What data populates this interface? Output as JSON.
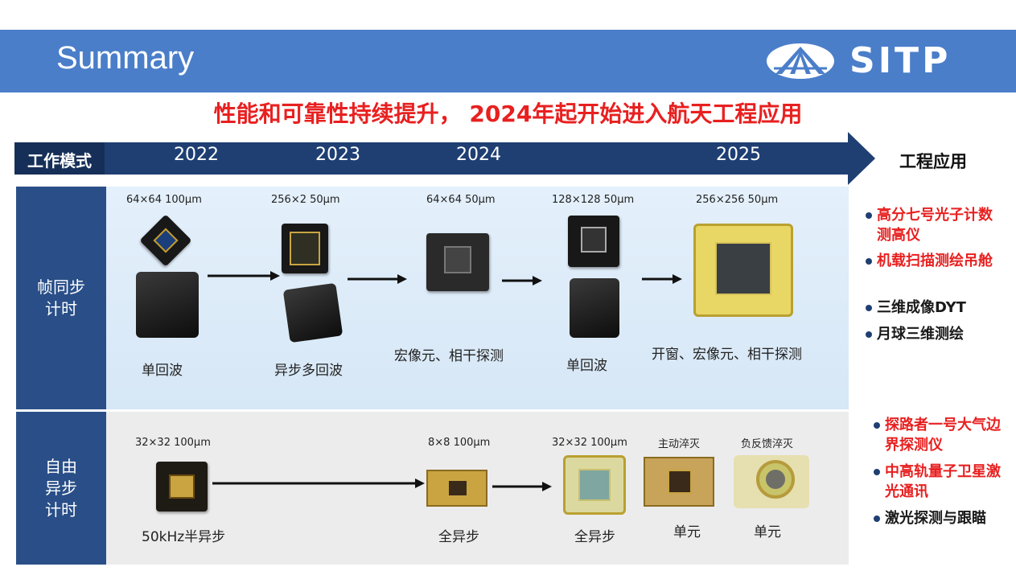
{
  "header": {
    "title": "Summary",
    "logo_text": "SITP",
    "bg_color": "#4a7ec9"
  },
  "headline": "性能和可靠性持续提升， 2024年起开始进入航天工程应用",
  "timeline": {
    "mode_label": "工作模式",
    "years": [
      "2022",
      "2023",
      "2024",
      "2025"
    ],
    "app_header": "工程应用",
    "arrow_color": "#1f3f73"
  },
  "rows": {
    "sync": {
      "label": "帧同步计时",
      "specs": [
        "64×64 100μm",
        "256×2 50μm",
        "64×64 50μm",
        "128×128 50μm",
        "256×256 50μm"
      ],
      "captions": [
        "单回波",
        "异步多回波",
        "宏像元、相干探测",
        "单回波",
        "开窗、宏像元、相干探测"
      ]
    },
    "free": {
      "label": "自由异步计时",
      "specs": [
        "32×32 100μm",
        "8×8 100μm",
        "32×32 100μm",
        "主动淬灭",
        "负反馈淬灭"
      ],
      "captions": [
        "50kHz半异步",
        "全异步",
        "全异步",
        "单元",
        "单元"
      ]
    }
  },
  "applications": {
    "sync": [
      {
        "text": "高分七号光子计数测高仪",
        "color": "red"
      },
      {
        "text": "机载扫描测绘吊舱",
        "color": "red"
      },
      {
        "text": "三维成像DYT",
        "color": "dark"
      },
      {
        "text": "月球三维测绘",
        "color": "dark"
      }
    ],
    "free": [
      {
        "text": "探路者一号大气边界探测仪",
        "color": "red"
      },
      {
        "text": "中高轨量子卫星激光通讯",
        "color": "red"
      },
      {
        "text": "激光探测与跟瞄",
        "color": "dark"
      }
    ]
  }
}
